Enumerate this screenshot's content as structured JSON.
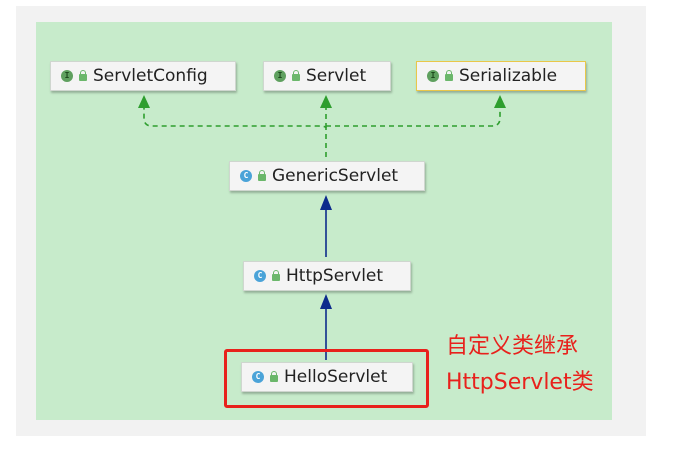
{
  "nodes": {
    "servlet_config": {
      "label": "ServletConfig",
      "kind": "I"
    },
    "servlet": {
      "label": "Servlet",
      "kind": "I"
    },
    "serializable": {
      "label": "Serializable",
      "kind": "I"
    },
    "generic_servlet": {
      "label": "GenericServlet",
      "kind": "C"
    },
    "http_servlet": {
      "label": "HttpServlet",
      "kind": "C"
    },
    "hello_servlet": {
      "label": "HelloServlet",
      "kind": "C"
    }
  },
  "annotation": {
    "line1": "自定义类继承",
    "line2": "HttpServlet类"
  },
  "colors": {
    "background": "#c7ebcb",
    "implements_edge": "#2e9e2e",
    "extends_edge": "#0d2b8c",
    "highlight": "#e8211c",
    "interface_badge": "#5fa05f",
    "class_badge": "#4aa3d8"
  }
}
